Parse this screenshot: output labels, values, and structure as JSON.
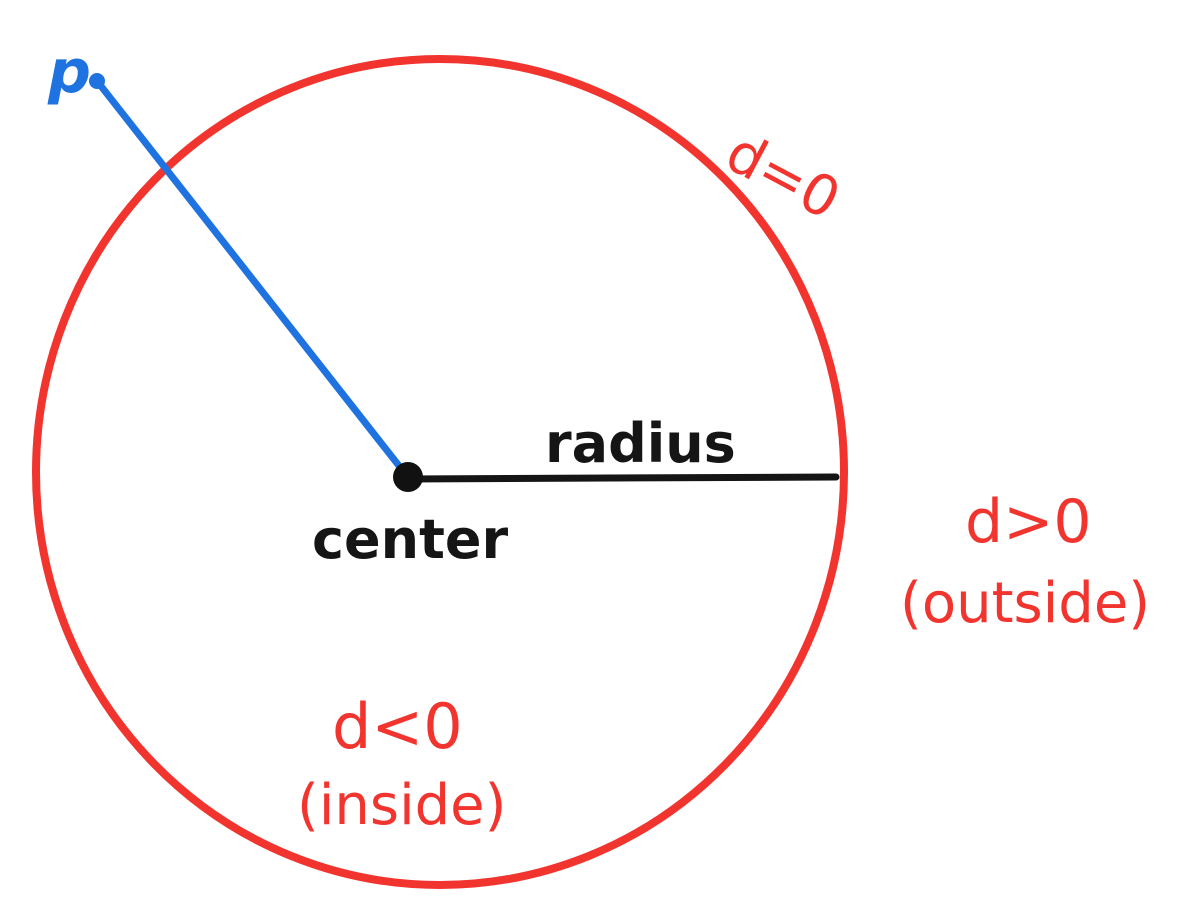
{
  "labels": {
    "point": "p",
    "radius": "radius",
    "center": "center",
    "boundary": "d=0",
    "outside_value": "d>0",
    "outside_note": "(outside)",
    "inside_value": "d<0",
    "inside_note": "(inside)"
  },
  "colors": {
    "circle": "#f2342f",
    "distance_line": "#1e73e0",
    "radius_line": "#151515",
    "center_dot": "#111111",
    "region_text": "#f2342f"
  }
}
